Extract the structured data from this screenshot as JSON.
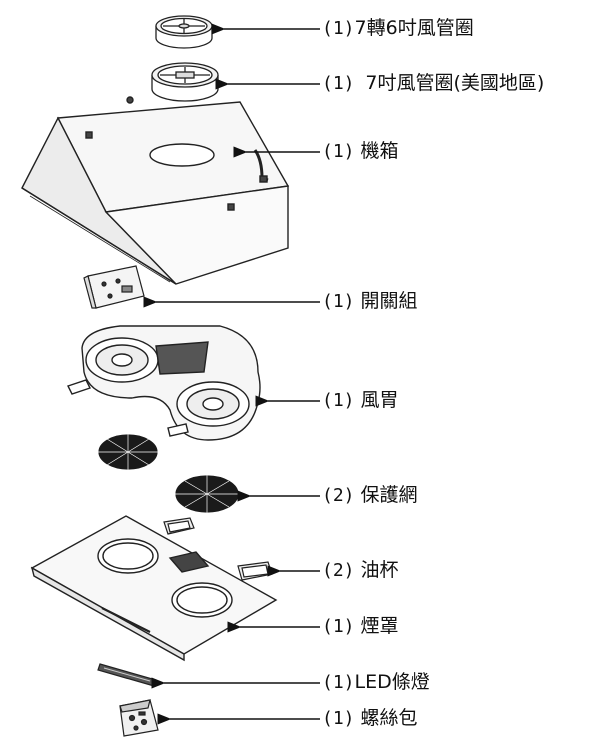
{
  "parts": [
    {
      "qty": "(1)",
      "name": "7轉6吋風管圈"
    },
    {
      "qty": "(1) ",
      "name": "7吋風管圈(美國地區)"
    },
    {
      "qty": "(1)",
      "name": "機箱"
    },
    {
      "qty": "(1)",
      "name": "開關組"
    },
    {
      "qty": "(1)",
      "name": "風胃"
    },
    {
      "qty": "(2)",
      "name": "保護網"
    },
    {
      "qty": "(2)",
      "name": "油杯"
    },
    {
      "qty": "(1)",
      "name": "煙罩"
    },
    {
      "qty": "(1)",
      "name": "LED條燈"
    },
    {
      "qty": "(1)",
      "name": "螺絲包"
    }
  ]
}
